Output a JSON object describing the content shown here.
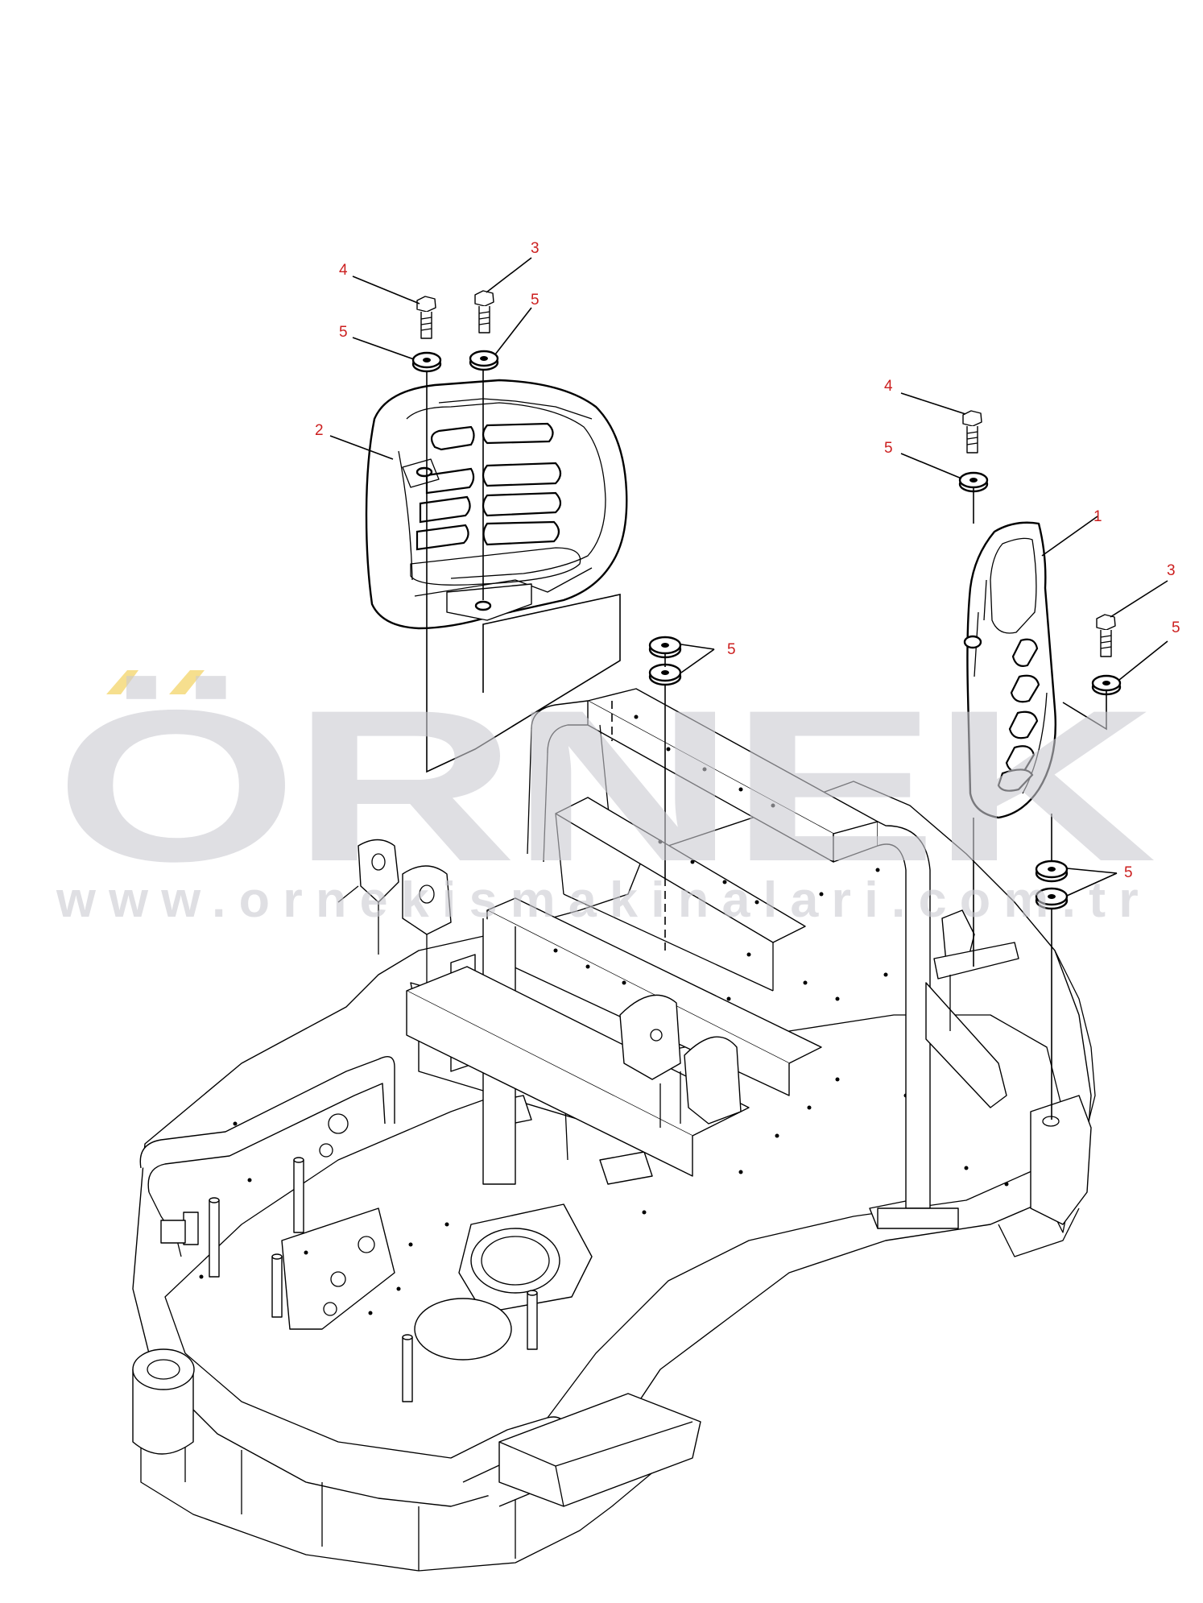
{
  "callouts": [
    {
      "id": "c-4-left",
      "label": "4"
    },
    {
      "id": "c-3-left",
      "label": "3"
    },
    {
      "id": "c-5-left-a",
      "label": "5"
    },
    {
      "id": "c-5-left-b",
      "label": "5"
    },
    {
      "id": "c-2",
      "label": "2"
    },
    {
      "id": "c-5-mid",
      "label": "5"
    },
    {
      "id": "c-4-right",
      "label": "4"
    },
    {
      "id": "c-5-right-a",
      "label": "5"
    },
    {
      "id": "c-1",
      "label": "1"
    },
    {
      "id": "c-3-right",
      "label": "3"
    },
    {
      "id": "c-5-right-b",
      "label": "5"
    },
    {
      "id": "c-5-right-c",
      "label": "5"
    }
  ],
  "watermark": {
    "brand": "ÖRNEK",
    "url": "www.ornekismakinalari.com.tr",
    "color": "#c9c9d0",
    "accent": "#f6df8e"
  }
}
